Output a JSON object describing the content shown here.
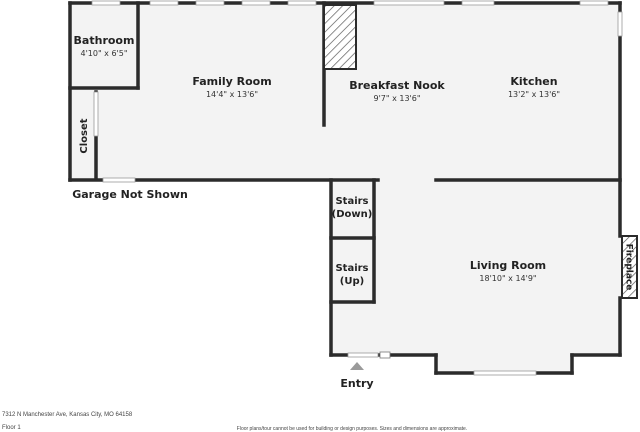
{
  "rooms": {
    "bathroom": {
      "name": "Bathroom",
      "dims": "4'10\" x 6'5\""
    },
    "family_room": {
      "name": "Family Room",
      "dims": "14'4\" x 13'6\""
    },
    "closet": {
      "name": "Closet"
    },
    "breakfast_nook": {
      "name": "Breakfast Nook",
      "dims": "9'7\" x 13'6\""
    },
    "kitchen": {
      "name": "Kitchen",
      "dims": "13'2\" x 13'6\""
    },
    "stairs_down": {
      "line1": "Stairs",
      "line2": "(Down)"
    },
    "stairs_up": {
      "line1": "Stairs",
      "line2": "(Up)"
    },
    "living_room": {
      "name": "Living Room",
      "dims": "18'10\" x 14'9\""
    },
    "fireplace": {
      "name": "Fireplace"
    }
  },
  "labels": {
    "garage": "Garage Not Shown",
    "entry": "Entry"
  },
  "footer": {
    "address": "7312 N Manchester Ave, Kansas City, MO 64158",
    "floor": "Floor 1",
    "disclaimer": "Floor plans/tour cannot be used for building or design purposes. Sizes and dimensions are approximate."
  }
}
